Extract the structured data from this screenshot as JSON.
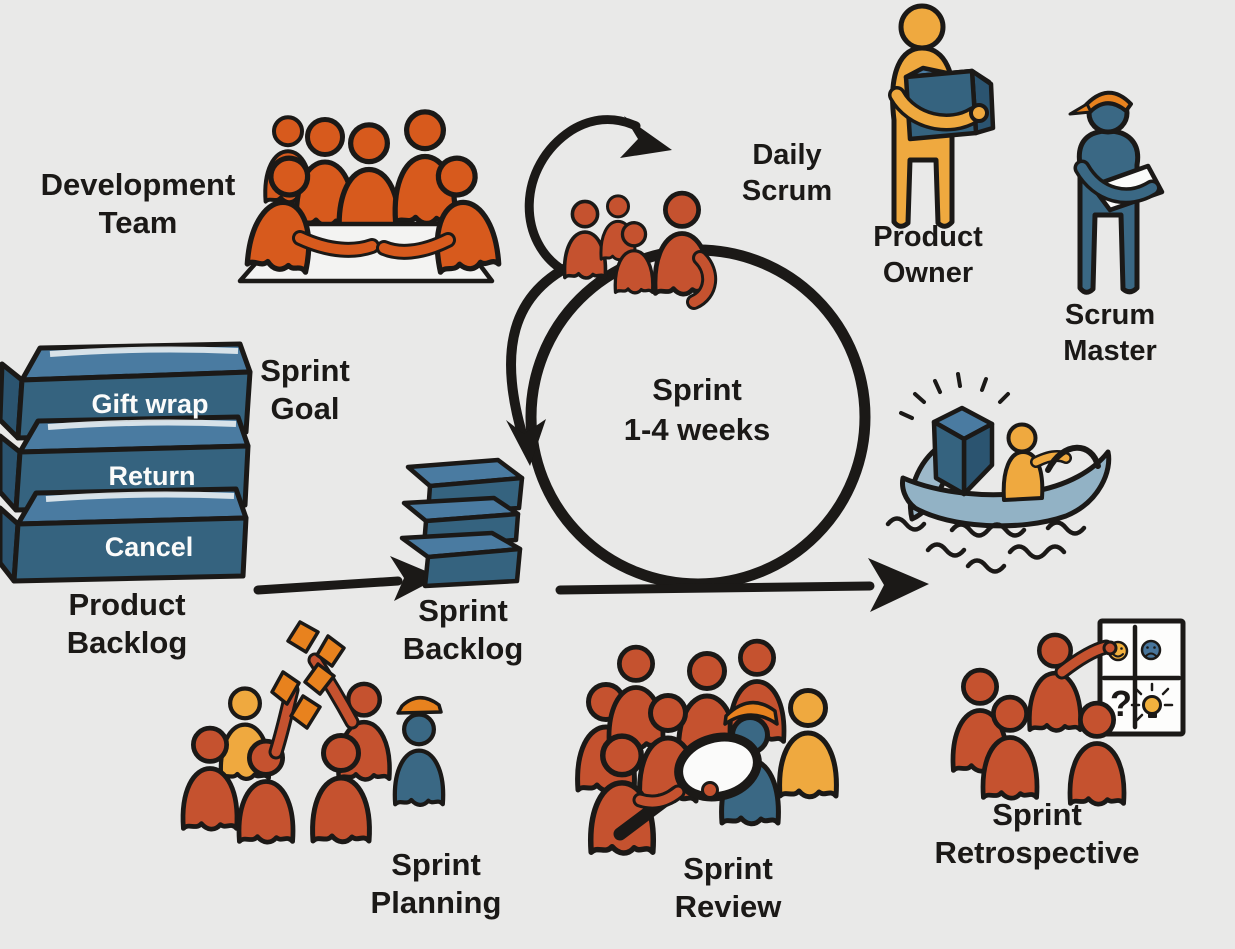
{
  "diagram_type": "scrum-process-diagram",
  "labels": {
    "development_team": "Development Team",
    "daily_scrum": "Daily Scrum",
    "product_owner": "Product Owner",
    "scrum_master": "Scrum Master",
    "sprint_goal": "Sprint Goal",
    "product_backlog": "Product Backlog",
    "sprint_backlog": "Sprint Backlog",
    "sprint_planning": "Sprint Planning",
    "sprint_review": "Sprint Review",
    "sprint_retrospective": "Sprint Retrospective"
  },
  "sprint_loop": {
    "line1": "Sprint",
    "line2": "1-4 weeks"
  },
  "product_backlog_items": [
    "Gift wrap",
    "Return",
    "Cancel"
  ],
  "retro_board": {
    "question_mark": "?",
    "icons": [
      "smiley-icon",
      "sad-face-icon",
      "question-mark",
      "lightbulb-icon"
    ]
  },
  "icons": {
    "team-table-icon": "group of people around a table",
    "daily-scrum-group-icon": "group of people inside loop arrow",
    "sprint-loop-arrow": "large circular loop arrow",
    "product-owner-icon": "person holding a box",
    "scrum-master-icon": "person with helmet holding a paper",
    "product-backlog-icon": "stack of three labeled boxes",
    "sprint-backlog-icon": "stack of three boxes",
    "increment-boat-icon": "boat shipping a shining box",
    "planning-cards-icon": "raised estimation cards",
    "magnifier-icon": "magnifying glass",
    "retro-board-icon": "four-quadrant feedback board"
  },
  "colors": {
    "background": "#e9e9e8",
    "ink": "#1b1917",
    "rust": "#c5522f",
    "dev_team_orange": "#d75a1d",
    "bright_orange": "#e8821e",
    "yellow": "#efa93f",
    "dark_blue": "#3a6884",
    "box_blue": "#35637f",
    "box_blue_top": "#4a7ba1",
    "box_blue_side": "#2b5470",
    "light_blue": "#92b2c5",
    "white": "#fbfbfa"
  }
}
